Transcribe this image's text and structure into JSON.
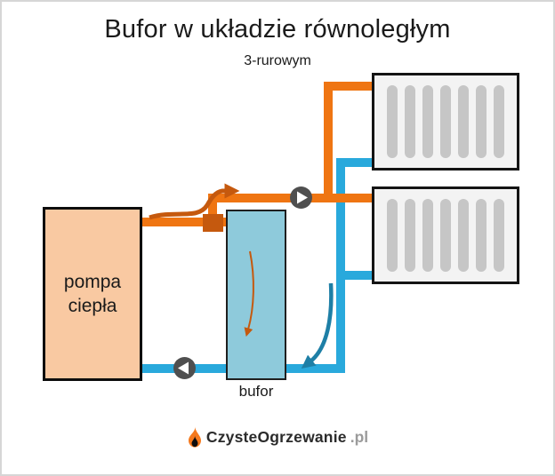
{
  "title": "Bufor w układzie równoległym",
  "subtitle": "3-rurowym",
  "diagram": {
    "heat_pump_label": "pompa ciepła",
    "buffer_label": "bufor",
    "radiator_count": 2,
    "radiator_bars": 7
  },
  "footer": {
    "brand": "CzysteOgrzewanie",
    "tld": ".pl"
  },
  "colors": {
    "pipe-orange": "#EF7512",
    "pipe-orange-dark": "#C5590E",
    "pipe-blue": "#29A9DC",
    "arrow-blue-dark": "#1E7FA6",
    "heat-pump-fill": "#F9C9A2",
    "buffer-fill": "#8ECADB",
    "radiator-fill": "#F3F3F3",
    "radiator-bar": "#C6C6C6",
    "pump-gray": "#4F4F4F",
    "text": "#1A1A1A",
    "footer-muted": "#9B9B9B",
    "frame": "#D6D6D6"
  }
}
